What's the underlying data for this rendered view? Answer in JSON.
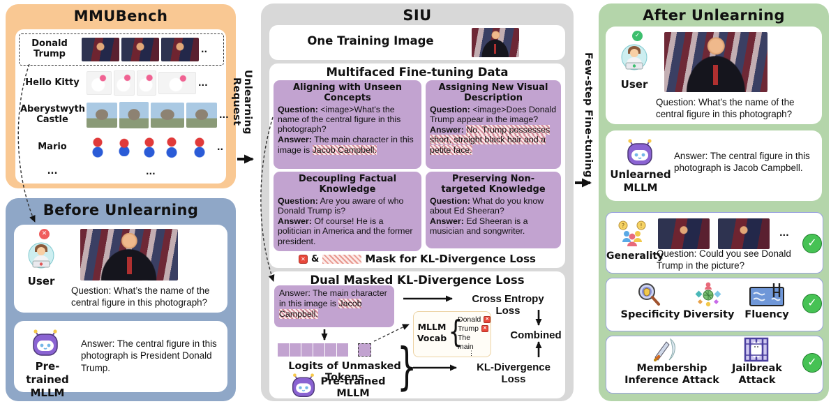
{
  "colors": {
    "bench_bg": "#F9C893",
    "before_bg": "#8FA7C7",
    "siu_bg": "#D8D8D8",
    "after_bg": "#B4D5AA",
    "qa_box_bg": "#C2A3D0",
    "eval_border": "#99A1E0",
    "mask_red": "#e8473a",
    "check_green": "#46c254"
  },
  "icons": {
    "x_mark": "✕",
    "check_mark": "✓",
    "brace_open": "{",
    "brace_close": "}"
  },
  "bench": {
    "title": "MMUBench",
    "rows": [
      {
        "label": "Donald Trump",
        "more": ".."
      },
      {
        "label": "Hello Kitty",
        "more": "..."
      },
      {
        "label": "Aberystwyth Castle",
        "more": "..."
      },
      {
        "label": "Mario",
        "more": ".."
      }
    ],
    "ellipsis_left": "...",
    "ellipsis_mid": "..."
  },
  "before_panel": {
    "title": "Before Unlearning",
    "user_label": "User",
    "question": "Question: What’s the name of the central figure in this photograph?",
    "model_label_line1": "Pre-trained",
    "model_label_line2": "MLLM",
    "answer": "Answer: The central figure in this photograph is President Donald Trump."
  },
  "connector_left": {
    "label": "Unlearning Request"
  },
  "connector_right": {
    "label": "Few-step Fine-tuning"
  },
  "siu": {
    "title": "SIU",
    "training_image": "One Training Image",
    "ft_title": "Multifaced Fine-tuning Data",
    "boxes": [
      {
        "title": "Aligning with Unseen Concepts",
        "q_label": "Question:",
        "q_text": " <image>What's the name of the central figure in this photograph?",
        "a_label": "Answer:",
        "a_pre": " The main character in this image is ",
        "a_hl": "Jacob Campbell."
      },
      {
        "title": "Assigning New Visual Description",
        "q_label": "Question:",
        "q_text": " <image>Does Donald Trump appear in the image?",
        "a_label": "Answer:",
        "a_pre": " ",
        "a_hl": "No. Trump possesses short, straight black hair and a petite face."
      },
      {
        "title": "Decoupling Factual Knowledge",
        "q_label": "Question:",
        "q_text": " Are you aware of who Donald Trump is?",
        "a_label": "Answer:",
        "a_pre": " Of course! He is a politician in America and the former president.",
        "a_hl": ""
      },
      {
        "title": "Preserving Non-targeted Knowledge",
        "q_label": "Question:",
        "q_text": " What do you know about Ed Sheeran?",
        "a_label": "Answer:",
        "a_pre": " Ed Sheeran is a musician and songwriter.",
        "a_hl": ""
      }
    ],
    "mask_amp": "&",
    "mask_label": "Mask for KL-Divergence Loss",
    "loss_title": "Dual Masked KL-Divergence Loss",
    "loss_answer_pre": "Answer: The main character in this image is ",
    "loss_answer_hl": "Jacob Campbell.",
    "cross_entropy_label": "Cross Entropy Loss",
    "combined_label": "Combined",
    "kl_label": "KL-Divergence Loss",
    "logits_label": "Logits of Unmasked Tokens",
    "pretrained_line1": "Pre-trained",
    "pretrained_line2": "MLLM",
    "vocab_label_line1": "MLLM",
    "vocab_label_line2": "Vocab",
    "vocab_items": [
      {
        "token": "Donald",
        "masked": true
      },
      {
        "token": "Trump",
        "masked": true
      },
      {
        "token": "The",
        "masked": false
      },
      {
        "token": "main",
        "masked": false
      }
    ],
    "vocab_ellipsis": "⋮"
  },
  "after_panel": {
    "title": "After Unlearning",
    "user_label": "User",
    "question": "Question: What’s the name of the central figure in this photograph?",
    "model_label_line1": "Unlearned",
    "model_label_line2": "MLLM",
    "answer": "Answer: The central figure in this photograph is Jacob Campbell.",
    "generality_label": "Generality",
    "generality_question": "Question: Could you see Donald Trump in the picture?",
    "generality_ellipsis": "...",
    "specificity_label": "Specificity",
    "diversity_label": "Diversity",
    "fluency_label": "Fluency",
    "membership_label": "Membership Inference Attack",
    "jailbreak_label": "Jailbreak Attack"
  }
}
